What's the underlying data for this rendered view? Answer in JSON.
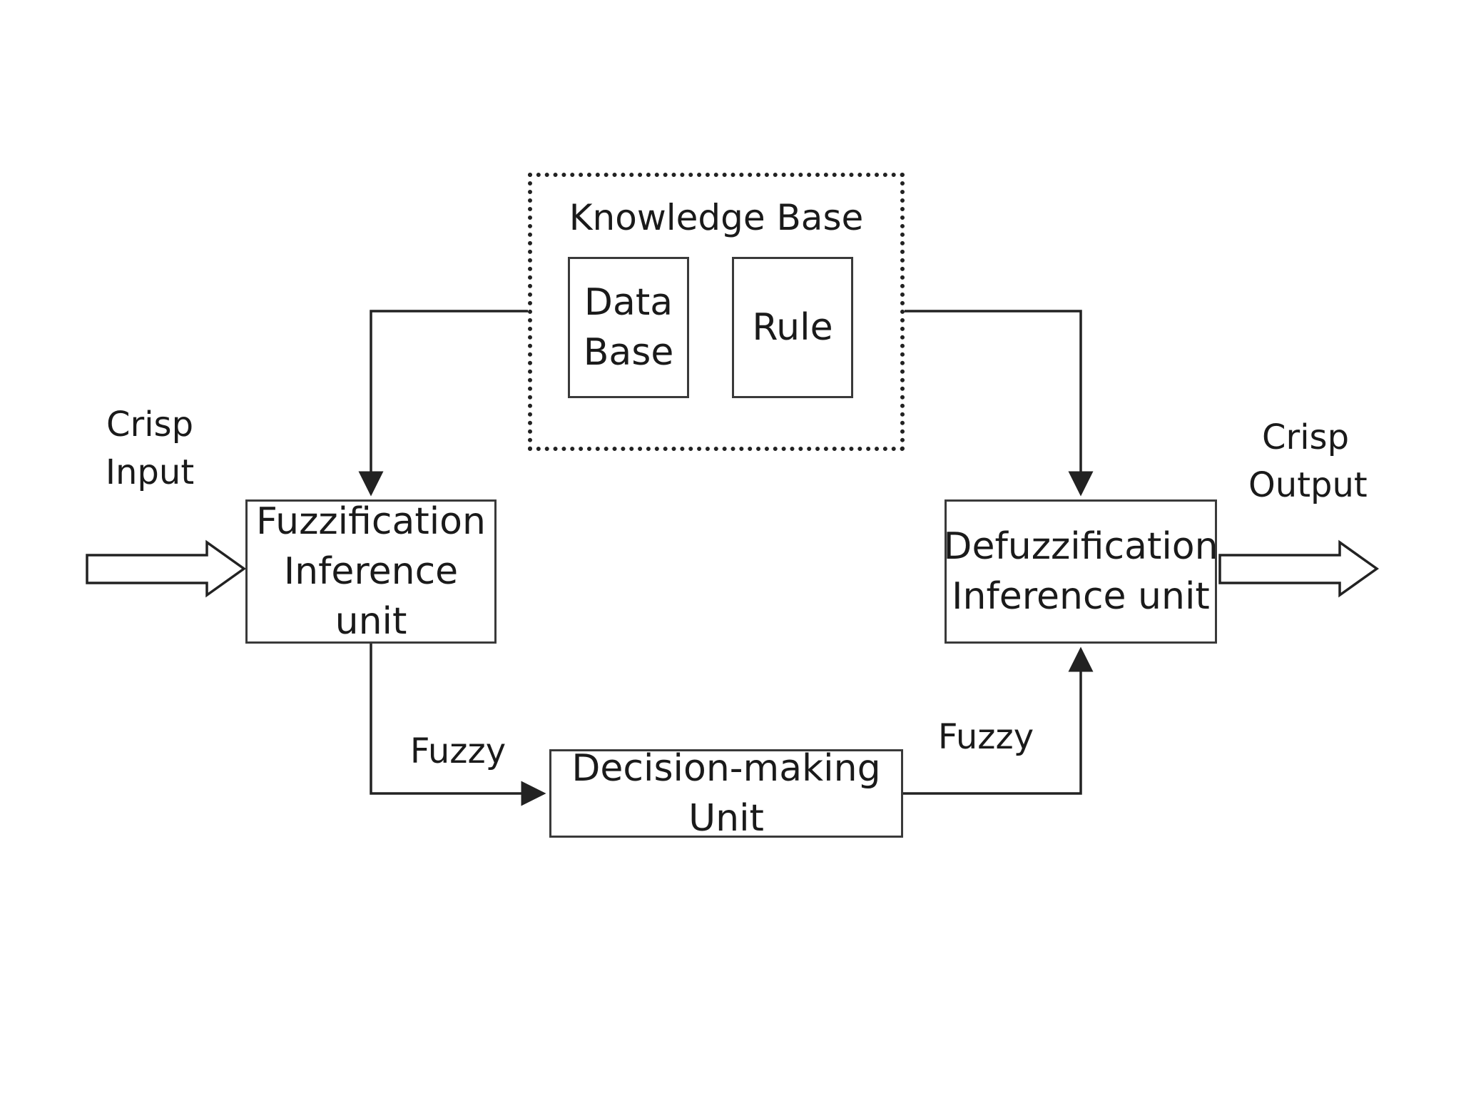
{
  "knowledge_base": {
    "title": "Knowledge Base",
    "data_base": {
      "line1": "Data",
      "line2": "Base"
    },
    "rule": "Rule"
  },
  "fuzzification": {
    "line1": "Fuzzification",
    "line2": "Inference unit"
  },
  "defuzzification": {
    "line1": "Defuzzification",
    "line2": "Inference unit"
  },
  "decision_making": "Decision-making Unit",
  "crisp_input": {
    "line1": "Crisp",
    "line2": "Input"
  },
  "crisp_output": {
    "line1": "Crisp",
    "line2": "Output"
  },
  "fuzzy_left": "Fuzzy",
  "fuzzy_right": "Fuzzy",
  "colors": {
    "line": "#222222",
    "box_border": "#3a3a3a",
    "background": "#ffffff"
  }
}
